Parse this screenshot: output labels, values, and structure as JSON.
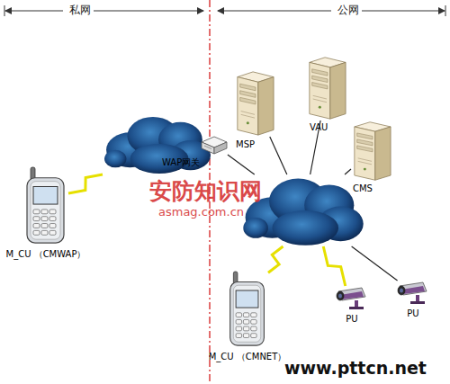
{
  "diagram": {
    "nodes": [
      {
        "text": [
          "MSP"
        ]
      },
      {
        "text": [
          "VAU"
        ]
      },
      {
        "text": [
          "CMS"
        ]
      },
      {
        "text": []
      },
      {
        "text": [
          "WAP网关"
        ]
      },
      {
        "text": [
          "M_CU （CMWAP）"
        ]
      },
      {
        "text": []
      },
      {
        "text": [
          "M_CU （CMNET）"
        ]
      },
      {
        "text": [
          "PU"
        ]
      },
      {
        "text": [
          "PU"
        ]
      }
    ],
    "edges": [
      {
        "from": 5,
        "to": 3,
        "arrow": "none"
      },
      {
        "from": 3,
        "to": 4,
        "arrow": "none"
      },
      {
        "from": 4,
        "to": 6,
        "arrow": "none"
      },
      {
        "from": 0,
        "to": 6,
        "arrow": "none"
      },
      {
        "from": 1,
        "to": 6,
        "arrow": "none"
      },
      {
        "from": 2,
        "to": 6,
        "arrow": "none"
      },
      {
        "from": 6,
        "to": 7,
        "arrow": "none"
      },
      {
        "from": 6,
        "to": 8,
        "arrow": "none"
      },
      {
        "from": 6,
        "to": 9,
        "arrow": "none"
      }
    ],
    "labels": [
      "私网",
      "公网",
      "安防知识网",
      "asmag.com.cn",
      "www.pttcn.net"
    ]
  }
}
